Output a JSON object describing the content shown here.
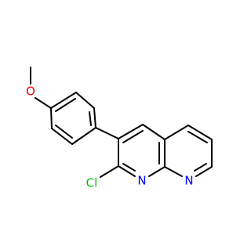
{
  "structure": {
    "atoms": {
      "oxygen": "O",
      "chlorine": "Cl",
      "nitrogen_1": "N",
      "nitrogen_8": "N"
    }
  },
  "colors": {
    "bond": "#000000",
    "oxygen": "#ff0000",
    "chlorine": "#00c000",
    "nitrogen": "#0000ff",
    "background": "#ffffff"
  }
}
